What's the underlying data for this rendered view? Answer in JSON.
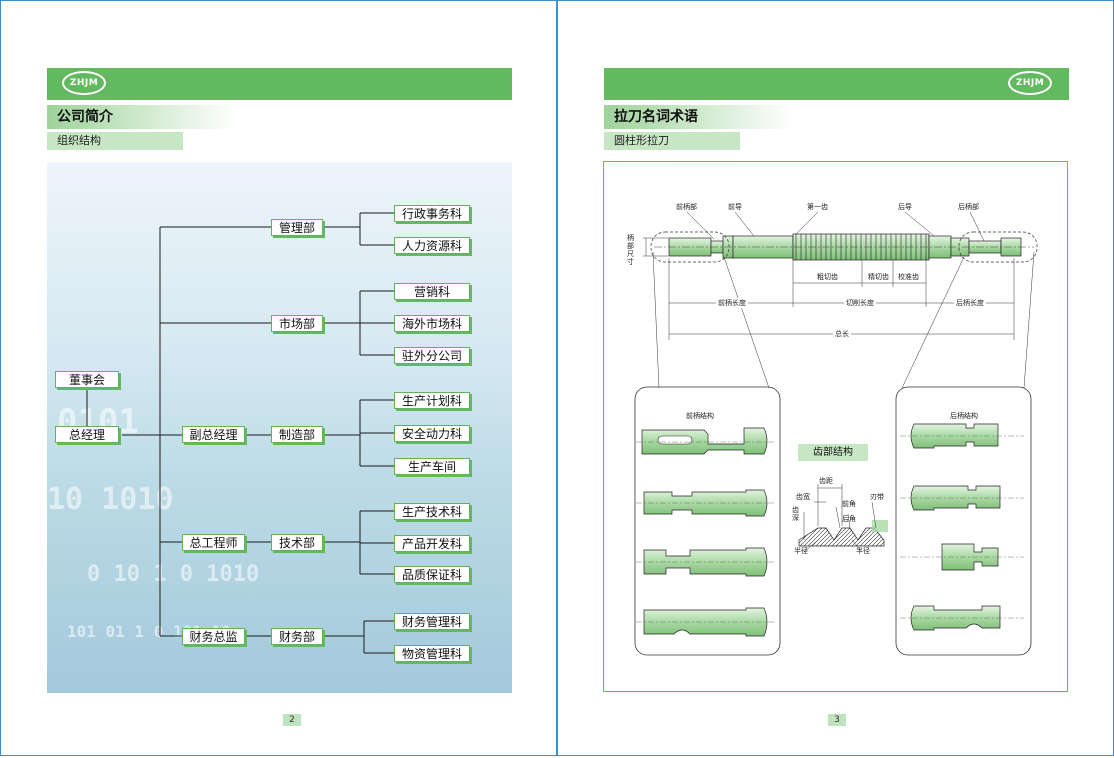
{
  "left_page": {
    "logo": "ZHJM",
    "title": "公司简介",
    "subtitle": "组织结构",
    "page_number": "2",
    "org_chart": {
      "board": "董事会",
      "gm": "总经理",
      "deputy_gm": "副总经理",
      "chief_engineer": "总工程师",
      "finance_director": "财务总监",
      "management_dept": "管理部",
      "market_dept": "市场部",
      "manufacturing_dept": "制造部",
      "technical_dept": "技术部",
      "finance_dept": "财务部",
      "admin_section": "行政事务科",
      "hr_section": "人力资源科",
      "sales_section": "营销科",
      "overseas_section": "海外市场科",
      "branch_office": "驻外分公司",
      "planning_section": "生产计划科",
      "safety_section": "安全动力科",
      "workshop": "生产车间",
      "prod_tech_section": "生产技术科",
      "product_dev_section": "产品开发科",
      "qa_section": "品质保证科",
      "fin_mgmt_section": "财务管理科",
      "material_section": "物资管理科"
    }
  },
  "right_page": {
    "logo": "ZHJM",
    "title": "拉刀名词术语",
    "subtitle": "圆柱形拉刀",
    "page_number": "3",
    "diagram": {
      "front_shank": "前柄部",
      "front_guide": "前导",
      "first_tooth": "第一齿",
      "rear_guide": "后导",
      "rear_shank": "后柄部",
      "shank_size": "柄部尺寸",
      "rough_teeth": "粗切齿",
      "fine_teeth": "精切齿",
      "calibrating_teeth": "校准齿",
      "front_shank_length": "前柄长度",
      "cutting_length": "切削长度",
      "rear_shank_length": "后柄长度",
      "total_length": "总长",
      "front_shank_structure": "前柄结构",
      "rear_shank_structure": "后柄结构",
      "tooth_structure": "齿部结构",
      "tooth_pitch": "齿距",
      "tooth_width": "齿宽",
      "rake_angle": "前角",
      "land": "刃带",
      "tooth_depth": "齿深",
      "relief_angle": "后角",
      "radius_left": "半径",
      "radius_right": "半径"
    }
  },
  "colors": {
    "green_band": "#63b95f",
    "light_green": "#c7e6c4",
    "border_blue": "#3a8fd0",
    "part_green": "#a9d9a3"
  }
}
